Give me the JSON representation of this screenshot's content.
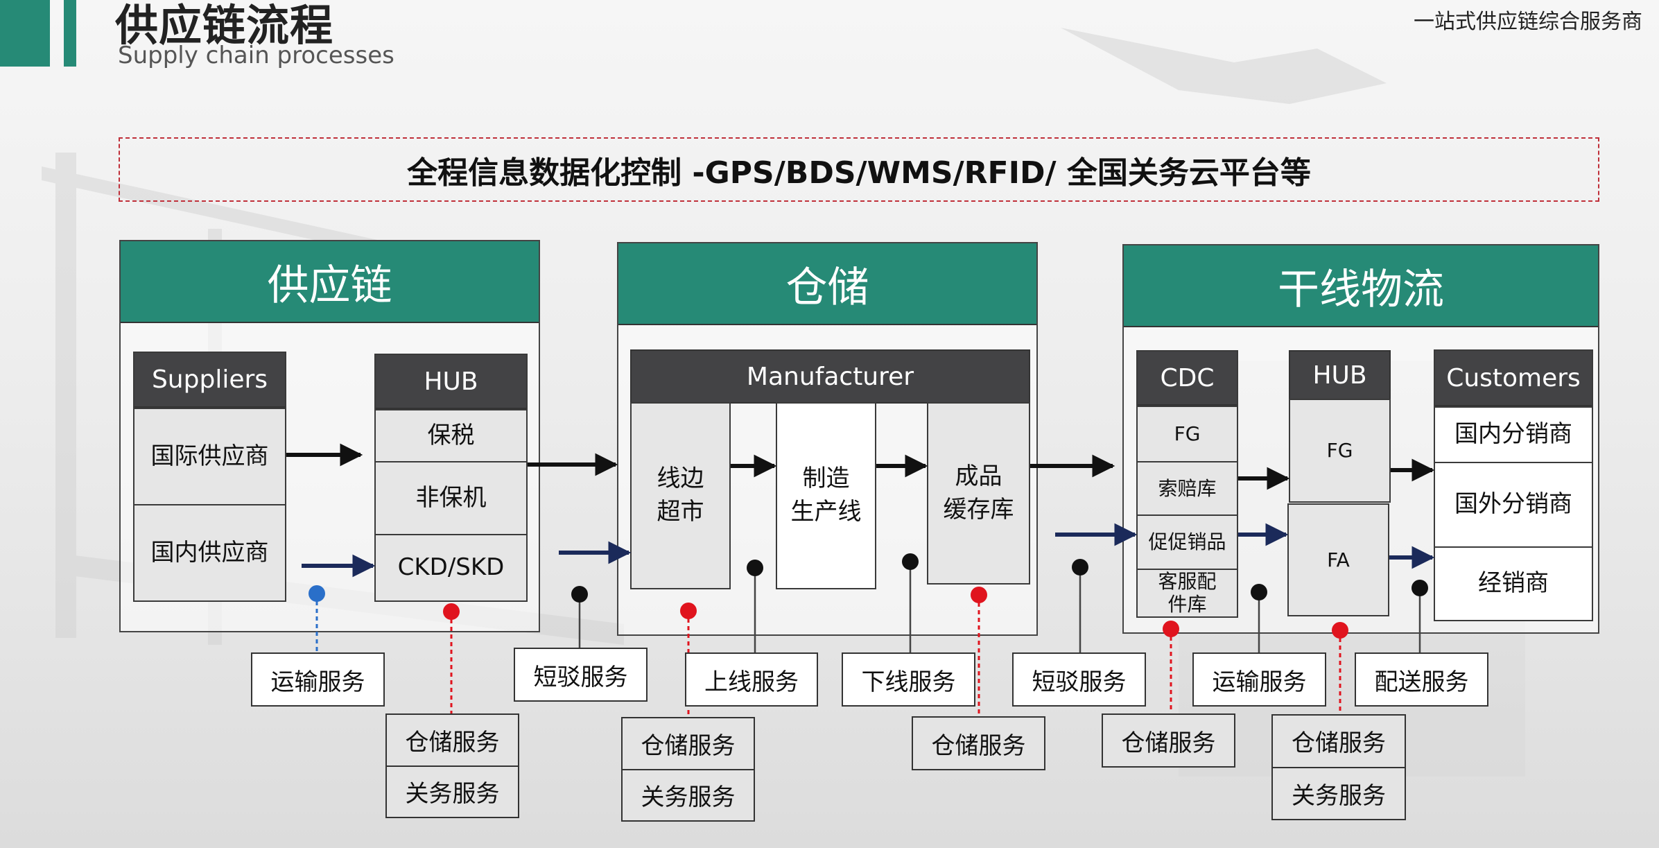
{
  "header": {
    "title": "供应链流程",
    "subtitle": "Supply chain processes",
    "tagline": "一站式供应链综合服务商"
  },
  "banner": {
    "text": "全程信息数据化控制 -GPS/BDS/WMS/RFID/ 全国关务云平台等"
  },
  "colors": {
    "brand_green": "#268a76",
    "dark_header": "#434345",
    "cell_grey": "#e6e6e6",
    "arrow_black": "#111111",
    "arrow_navy": "#1b2a5a",
    "dot_red": "#e0141e",
    "dot_blue": "#2a6fc9",
    "dashed_red": "#c0303a"
  },
  "panels": [
    {
      "title": "供应链",
      "columns": [
        {
          "header": "Suppliers",
          "cells": [
            "国际供应商",
            "国内供应商"
          ]
        },
        {
          "header": "HUB",
          "cells": [
            "保税",
            "非保机",
            "CKD/SKD"
          ]
        }
      ]
    },
    {
      "title": "仓储",
      "manufacturer": {
        "header": "Manufacturer",
        "cells": [
          "线边\n超市",
          "制造\n生产线",
          "成品\n缓存库"
        ]
      }
    },
    {
      "title": "干线物流",
      "columns": [
        {
          "header": "CDC",
          "cells": [
            "FG",
            "索赔库",
            "促促销品",
            "客服配\n件库"
          ]
        },
        {
          "header": "HUB",
          "cells": [
            "FG",
            "FA"
          ]
        },
        {
          "header": "Customers",
          "cells": [
            "国内分销商",
            "国外分销商",
            "经销商"
          ]
        }
      ]
    }
  ],
  "services": {
    "transport_1": "运输服务",
    "storage_customs_1": [
      "仓储服务",
      "关务服务"
    ],
    "shuttle_1": "短驳服务",
    "online": "上线服务",
    "storage_customs_2": [
      "仓储服务",
      "关务服务"
    ],
    "offline": "下线服务",
    "storage_3": "仓储服务",
    "shuttle_2": "短驳服务",
    "storage_4": "仓储服务",
    "transport_2": "运输服务",
    "storage_customs_5": [
      "仓储服务",
      "关务服务"
    ],
    "delivery": "配送服务"
  }
}
